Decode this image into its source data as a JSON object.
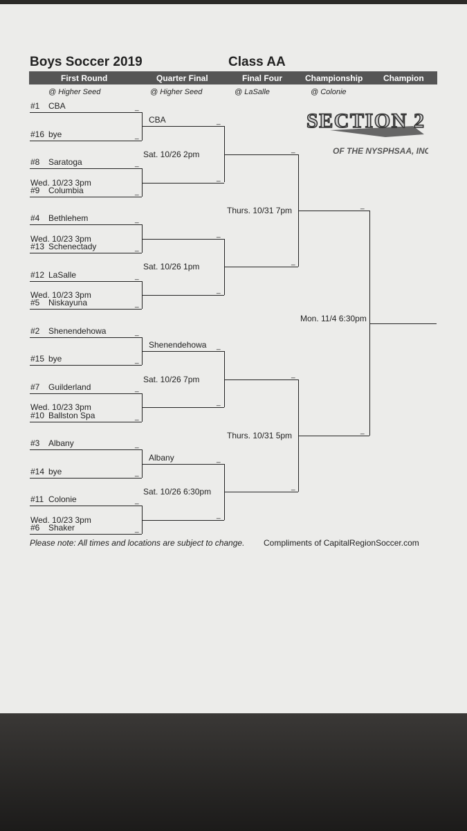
{
  "header": {
    "title": "Boys Soccer 2019",
    "class": "Class AA"
  },
  "columns": [
    "First Round",
    "Quarter Final",
    "Final Four",
    "Championship",
    "Champion"
  ],
  "locations": [
    "@ Higher Seed",
    "@ Higher Seed",
    "@ LaSalle",
    "@ Colonie"
  ],
  "logo": {
    "main": "SECTION 2",
    "sub": "OF THE NYSPHSAA, INC."
  },
  "first_round": [
    {
      "seed": "#1",
      "team": "CBA"
    },
    {
      "seed": "#16",
      "team": "bye"
    },
    {
      "seed": "#8",
      "team": "Saratoga"
    },
    {
      "seed": "#9",
      "team": "Columbia"
    },
    {
      "seed": "#4",
      "team": "Bethlehem"
    },
    {
      "seed": "#13",
      "team": "Schenectady"
    },
    {
      "seed": "#12",
      "team": "LaSalle"
    },
    {
      "seed": "#5",
      "team": "Niskayuna"
    },
    {
      "seed": "#2",
      "team": "Shenendehowa"
    },
    {
      "seed": "#15",
      "team": "bye"
    },
    {
      "seed": "#7",
      "team": "Guilderland"
    },
    {
      "seed": "#10",
      "team": "Ballston Spa"
    },
    {
      "seed": "#3",
      "team": "Albany"
    },
    {
      "seed": "#14",
      "team": "bye"
    },
    {
      "seed": "#11",
      "team": "Colonie"
    },
    {
      "seed": "#6",
      "team": "Shaker"
    }
  ],
  "first_round_dates": [
    "",
    "Wed. 10/23 3pm",
    "Wed. 10/23 3pm",
    "Wed. 10/23 3pm",
    "",
    "Wed. 10/23 3pm",
    "",
    "Wed. 10/23 3pm"
  ],
  "quarter_final": {
    "teams": [
      "CBA",
      "",
      "",
      "",
      "Shenendehowa",
      "",
      "Albany",
      ""
    ],
    "dates": [
      "Sat. 10/26 2pm",
      "Sat. 10/26 1pm",
      "Sat. 10/26 7pm",
      "Sat. 10/26 6:30pm"
    ]
  },
  "final_four": {
    "dates": [
      "Thurs. 10/31 7pm",
      "Thurs. 10/31 5pm"
    ]
  },
  "championship": {
    "date": "Mon. 11/4 6:30pm"
  },
  "footer": {
    "note": "Please note: All times and locations are subject to change.",
    "credit": "Compliments of CapitalRegionSoccer.com"
  }
}
